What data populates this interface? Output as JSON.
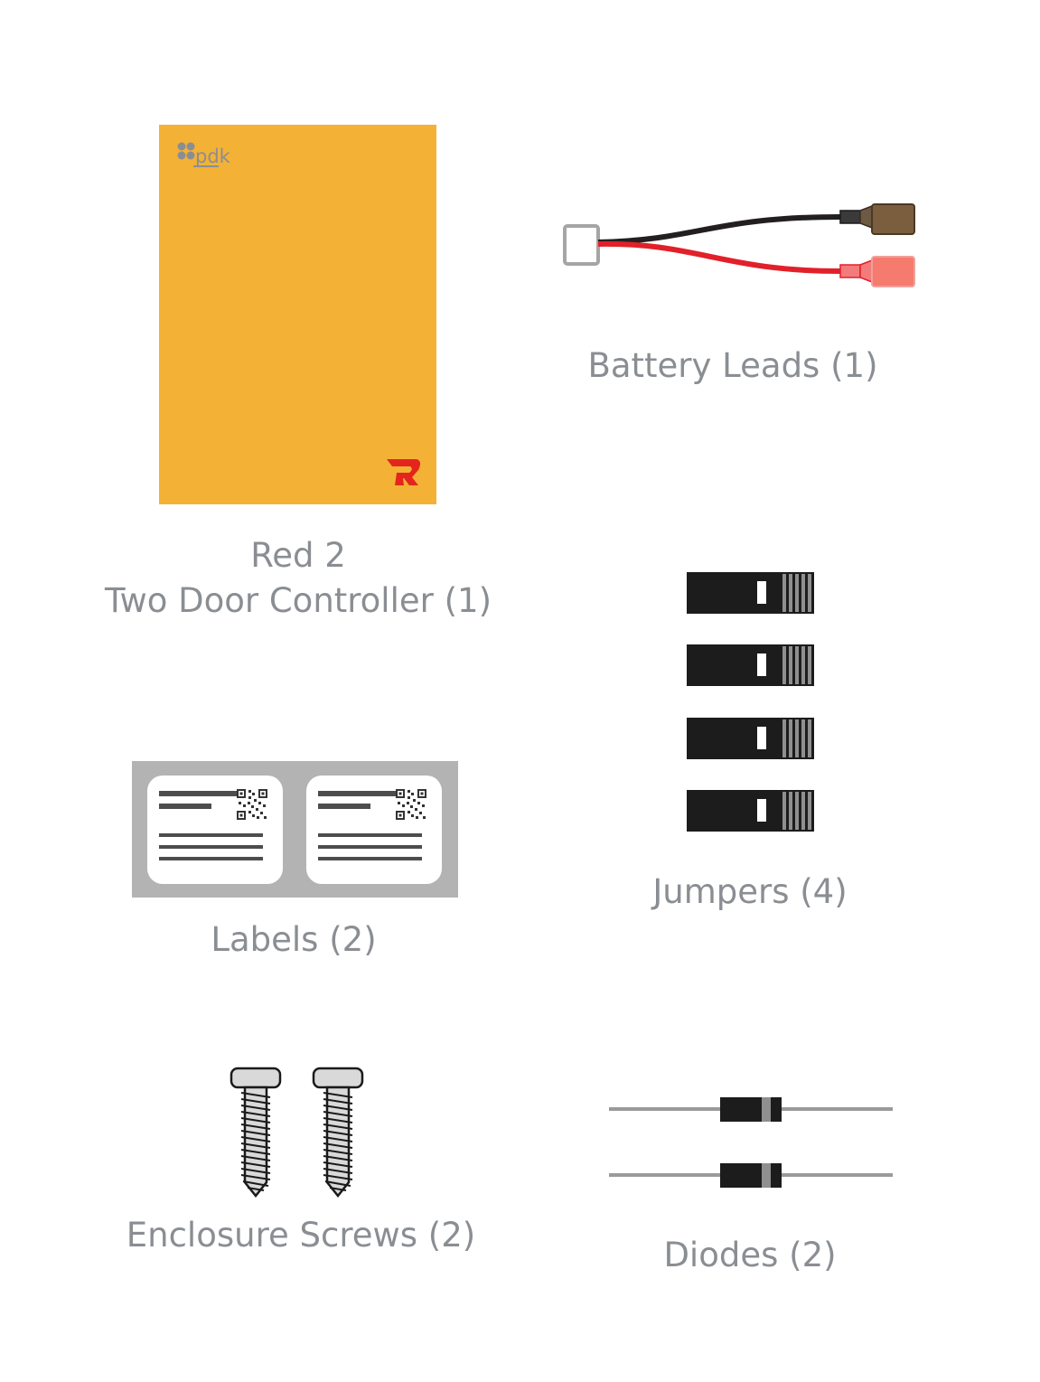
{
  "controller": {
    "logo_text": "pdk",
    "caption_line1": "Red 2",
    "caption_line2": "Two Door Controller (1)",
    "body_color": "#f3b236",
    "r_logo_color": "#e4251d",
    "r_logo_name": "red-r-logo"
  },
  "battery_leads": {
    "caption": "Battery Leads (1)",
    "black_wire": "#231f20",
    "red_wire": "#e2202a"
  },
  "jumpers": {
    "caption": "Jumpers (4)",
    "count": 4
  },
  "labels": {
    "caption": "Labels (2)",
    "count": 2
  },
  "screws": {
    "caption": "Enclosure Screws (2)",
    "count": 2
  },
  "diodes": {
    "caption": "Diodes (2)",
    "count": 2
  },
  "colors": {
    "caption_text": "#8a8e93",
    "part_dark": "#1c1c1c",
    "part_gray": "#b3b3b3"
  }
}
